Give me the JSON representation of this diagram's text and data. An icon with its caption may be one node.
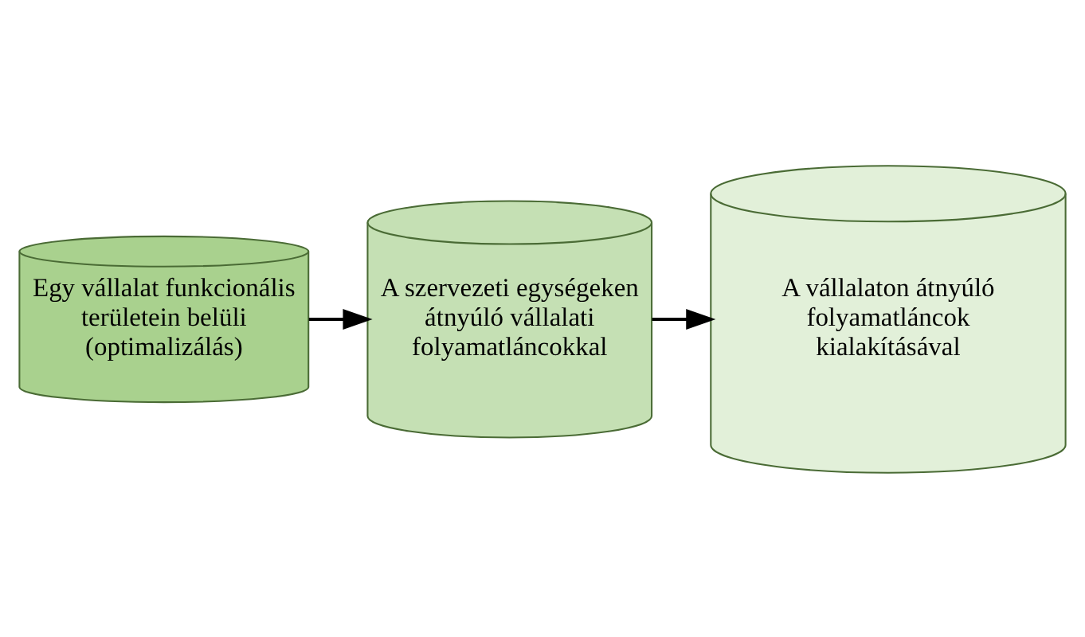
{
  "diagram": {
    "nodes": [
      {
        "text": [
          "Egy vállalat funkcionális területein belüli (optimalizálás)"
        ]
      },
      {
        "text": [
          "A szervezeti egységeken átnyúló vállalati folyamatláncokkal"
        ]
      },
      {
        "text": [
          "A vállalaton átnyúló folyamatláncok kialakításával"
        ]
      }
    ],
    "edges": [
      {
        "from": 0,
        "to": 1,
        "arrow": "to"
      },
      {
        "from": 1,
        "to": 2,
        "arrow": "to"
      }
    ]
  }
}
